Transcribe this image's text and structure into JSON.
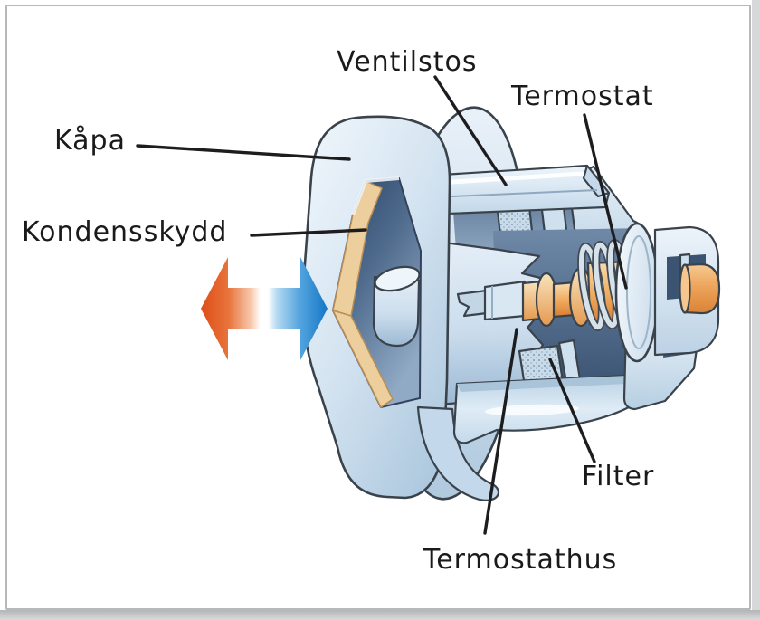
{
  "diagram": {
    "labels": [
      {
        "id": "kapa",
        "text": "Kåpa"
      },
      {
        "id": "kondensskydd",
        "text": "Kondensskydd"
      },
      {
        "id": "ventilstos",
        "text": "Ventilstos"
      },
      {
        "id": "termostat",
        "text": "Termostat"
      },
      {
        "id": "filter",
        "text": "Filter"
      },
      {
        "id": "termostathus",
        "text": "Termostathus"
      }
    ],
    "colors": {
      "leader_line": "#1d1d1f",
      "label_text": "#1a1a1c",
      "outline": "#3a434c",
      "body_light": "#eaf2f9",
      "body_mid": "#cfe0ee",
      "body_shadow": "#9dbad4",
      "interior_dark": "#2b4666",
      "kondensskydd_tan": "#eccf9d",
      "brass_orange": "#eca157",
      "arrow_hot": "#dd4f16",
      "arrow_cold": "#1576c6",
      "frame_border": "#b5b9bc"
    }
  }
}
